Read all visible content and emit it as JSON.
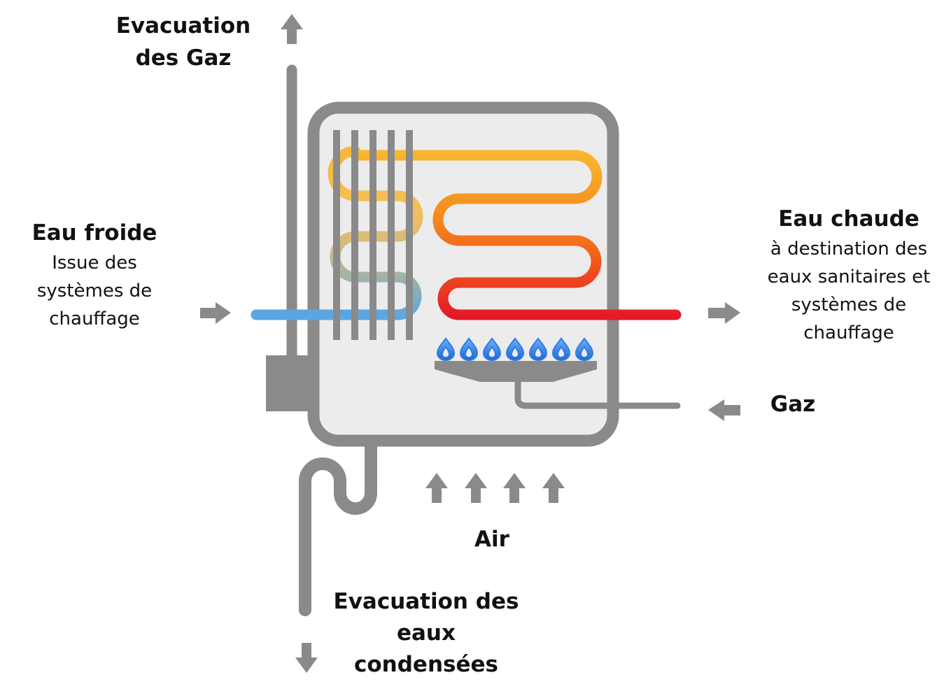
{
  "labels": {
    "gas_exhaust": {
      "line1": "Evacuation",
      "line2": "des Gaz"
    },
    "cold_water": {
      "title": "Eau froide",
      "lines": [
        "Issue des",
        "systèmes de",
        "chauffage"
      ]
    },
    "hot_water": {
      "title": "Eau chaude",
      "lines": [
        "à destination des",
        "eaux sanitaires et",
        "systèmes de",
        "chauffage"
      ]
    },
    "gas": {
      "title": "Gaz"
    },
    "air": {
      "title": "Air"
    },
    "condensate": {
      "lines": [
        "Evacuation des",
        "eaux",
        "condensées"
      ]
    }
  },
  "colors": {
    "frame": "#8a8a8a",
    "chamber": "#ececec",
    "cold_water": "#4a9ee0",
    "hot_water": "#e8202a",
    "pipe_top": "#f7b733",
    "pipe_mid": "#f57c20",
    "flame": "#2f7fe0",
    "arrow": "#8a8a8a"
  }
}
